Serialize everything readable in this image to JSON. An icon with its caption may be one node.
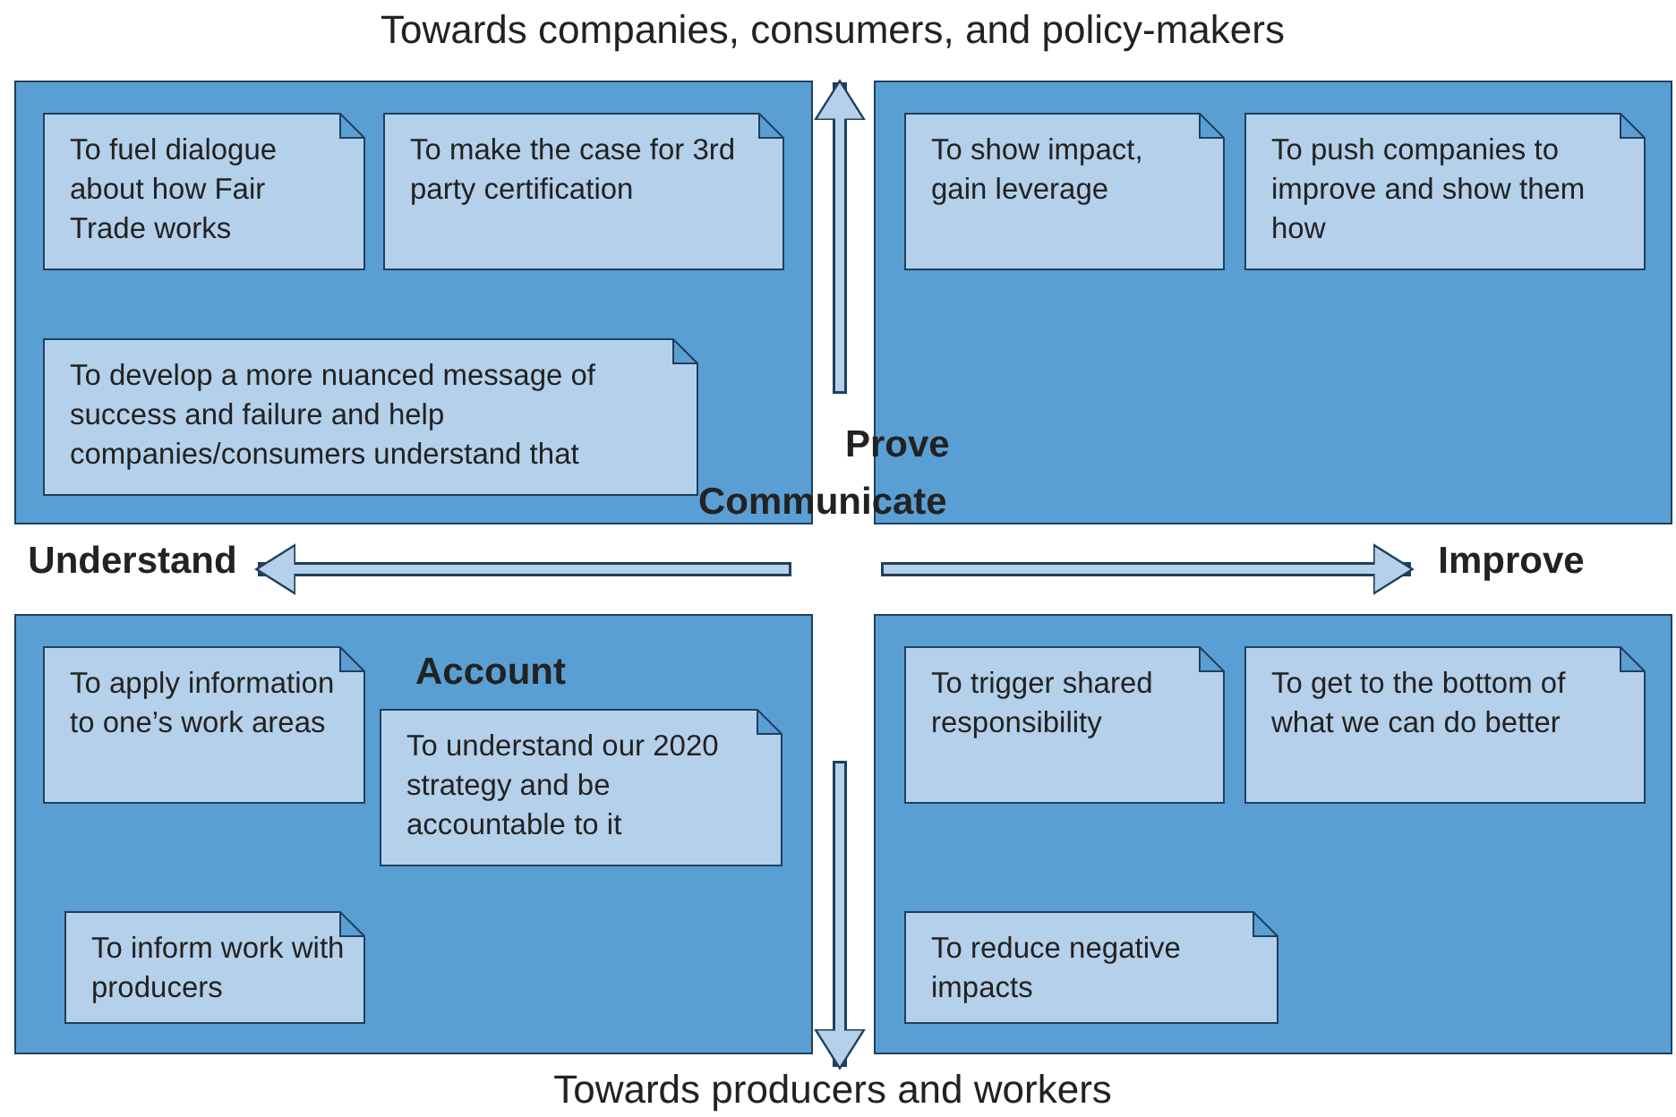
{
  "diagram": {
    "nodes": [
      {
        "text": [],
        "shape": "box"
      },
      {
        "text": [
          "To fuel dialogue about how Fair Trade works"
        ],
        "in": 0
      },
      {
        "text": [
          "To make the case for 3rd party certification"
        ],
        "in": 0
      },
      {
        "text": [
          "To develop a more nuanced message of success and failure and help companies/consumers understand that"
        ],
        "in": 0
      },
      {
        "text": [],
        "shape": "box"
      },
      {
        "text": [
          "To show impact, gain leverage"
        ],
        "in": 4
      },
      {
        "text": [
          "To push companies to improve and show them how"
        ],
        "in": 4
      },
      {
        "text": [],
        "shape": "box"
      },
      {
        "text": [
          "To apply information to one’s work areas"
        ],
        "in": 7
      },
      {
        "text": [
          "To understand our 2020 strategy and be accountable to it"
        ],
        "in": 7
      },
      {
        "text": [
          "To inform work with producers"
        ],
        "in": 7
      },
      {
        "text": [],
        "shape": "box"
      },
      {
        "text": [
          "To trigger shared responsibility"
        ],
        "in": 11
      },
      {
        "text": [
          "To get to the bottom of what we can do better"
        ],
        "in": 11
      },
      {
        "text": [
          "To reduce negative impacts"
        ],
        "in": 11
      },
      {
        "text": [
          "Towards companies, consumers, and policy-makers"
        ]
      },
      {
        "text": [
          "Towards producers and workers"
        ]
      },
      {
        "text": [
          "Understand"
        ]
      },
      {
        "text": [
          "Improve"
        ]
      }
    ],
    "edges": [
      {
        "from": null,
        "to": 15,
        "arrow": "to"
      },
      {
        "from": null,
        "to": 16,
        "arrow": "to"
      },
      {
        "from": null,
        "to": 17,
        "arrow": "to"
      },
      {
        "from": null,
        "to": 18,
        "arrow": "to"
      }
    ],
    "labels": [
      "Prove",
      "Communicate",
      "Account"
    ]
  }
}
